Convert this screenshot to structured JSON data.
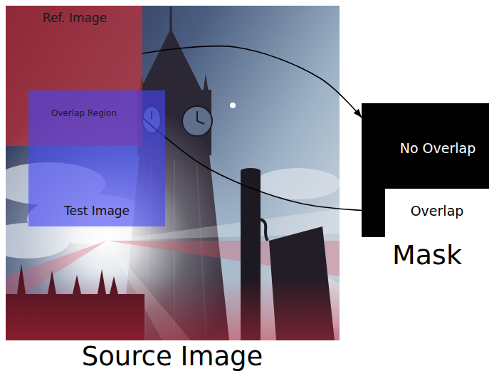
{
  "diagram": {
    "nodes": [
      {
        "text": [
          "Source Image"
        ]
      },
      {
        "text": [
          "Ref. Image"
        ],
        "in": 0
      },
      {
        "text": [
          "Overlap Region"
        ],
        "in": 0
      },
      {
        "text": [
          "Test Image"
        ],
        "in": 0
      },
      {
        "text": [
          "No Overlap",
          "Mask"
        ]
      },
      {
        "text": [
          "Overlap"
        ],
        "in": 4
      }
    ],
    "edges": [
      {
        "from": 1,
        "to": 4,
        "arrow": "to"
      },
      {
        "from": 2,
        "to": 5,
        "arrow": "to"
      }
    ]
  }
}
